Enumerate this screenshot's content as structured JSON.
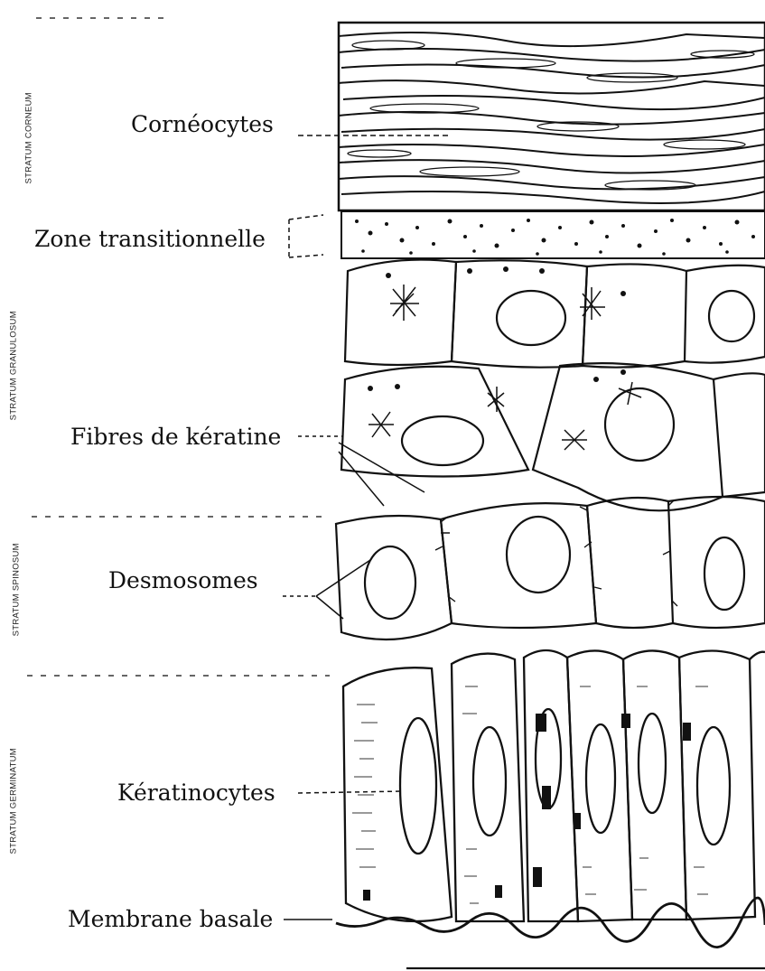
{
  "labels": {
    "corneocytes": "Cornéocytes",
    "zone_transitionnelle": "Zone transitionnelle",
    "fibres_keratine": "Fibres de kératine",
    "desmosomes": "Desmosomes",
    "keratinocytes": "Kératinocytes",
    "membrane_basale": "Membrane basale"
  },
  "layers": {
    "stratum_corneum": "STRATUM CORNEUM",
    "stratum_granulosum": "STRATUM GRANULOSUM",
    "stratum_spinosum": "STRATUM SPINOSUM",
    "stratum_germinatum": "STRATUM GERMINATUM"
  },
  "colors": {
    "ink": "#111111",
    "paper": "#ffffff"
  }
}
